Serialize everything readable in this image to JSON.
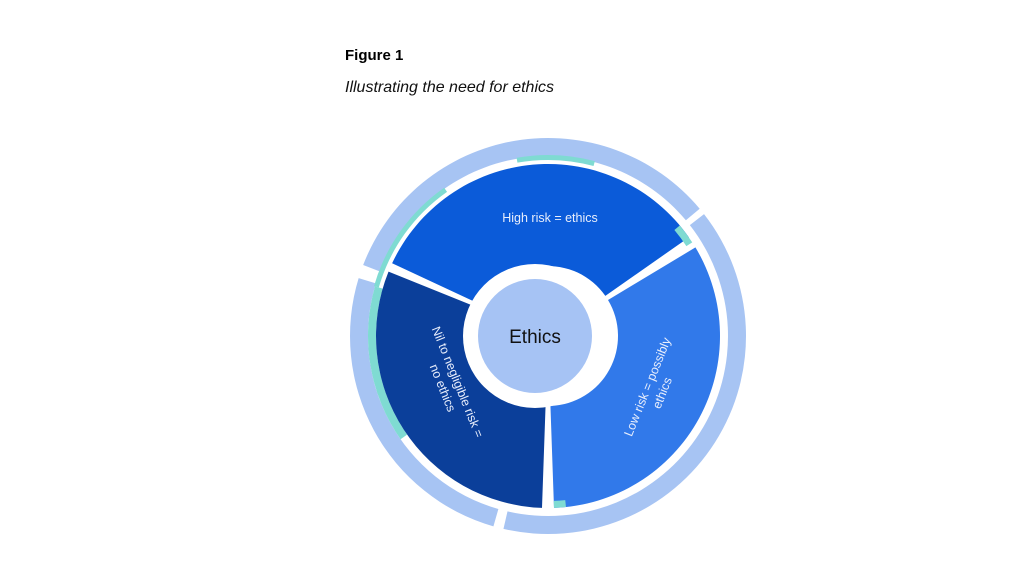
{
  "figure": {
    "number": "Figure 1",
    "caption": "Illustrating the need for ethics"
  },
  "diagram": {
    "center_label": "Ethics",
    "segments": [
      {
        "label": "High risk = ethics",
        "color": "#0b5bd9"
      },
      {
        "label_line1": "Low risk = possibly",
        "label_line2": "ethics",
        "color": "#3179ea"
      },
      {
        "label_line1": "Nil to negligible risk =",
        "label_line2": "no ethics",
        "color": "#0b3f9a"
      }
    ],
    "colors": {
      "outer_ring": "#a7c4f3",
      "center": "#a6c3f4",
      "accent": "#7fdbd2"
    }
  }
}
